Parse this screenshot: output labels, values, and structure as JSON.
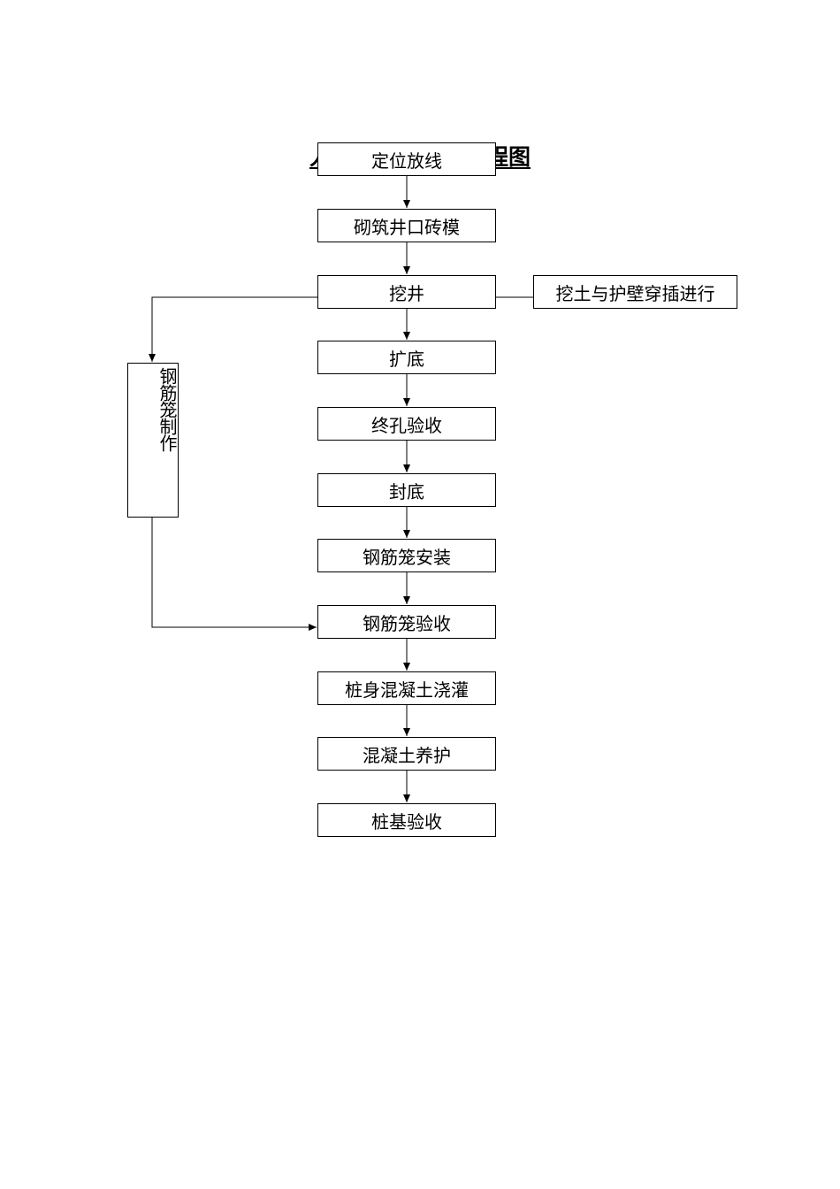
{
  "diagram": {
    "title": "人工挖孔桩施工流程图",
    "main_steps": [
      "定位放线",
      "砌筑井口砖模",
      "挖井",
      "扩底",
      "终孔验收",
      "封底",
      "钢筋笼安装",
      "钢筋笼验收",
      "桩身混凝土浇灌",
      "混凝土养护",
      "桩基验收"
    ],
    "side_note": "挖土与护壁穿插进行",
    "side_branch": "钢筋笼制作"
  }
}
